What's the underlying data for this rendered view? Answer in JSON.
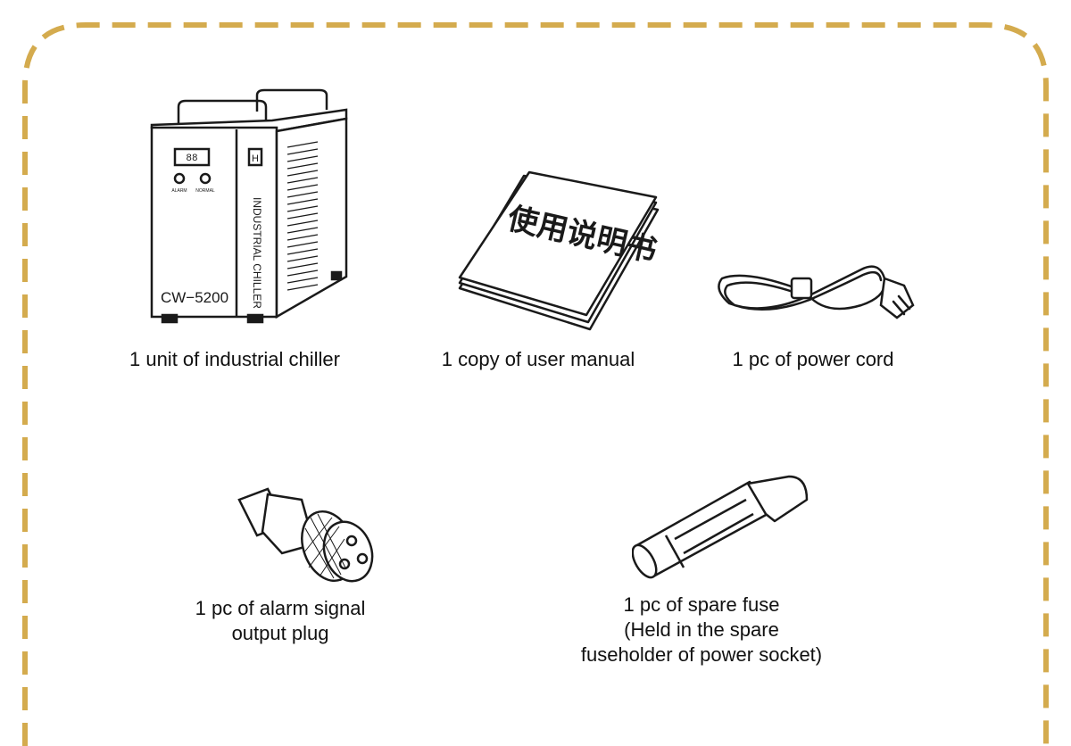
{
  "colors": {
    "border": "#d4ab4e",
    "ink": "#1a1a1a",
    "background": "#ffffff"
  },
  "items": [
    {
      "icon": "industrial-chiller-icon",
      "caption": [
        "1 unit of industrial chiller"
      ],
      "chiller_text": {
        "model": "CW−5200",
        "side_label": "INDUSTRIAL CHILLER",
        "display": "88",
        "alarm_label": "ALARM",
        "normal_label": "NORMAL",
        "logo": "H"
      }
    },
    {
      "icon": "user-manual-icon",
      "caption": [
        "1 copy of user manual"
      ],
      "manual_title": "使用说明书"
    },
    {
      "icon": "power-cord-icon",
      "caption": [
        "1 pc of power cord"
      ]
    },
    {
      "icon": "alarm-signal-plug-icon",
      "caption": [
        "1 pc of alarm signal",
        "output plug"
      ]
    },
    {
      "icon": "spare-fuse-icon",
      "caption": [
        "1 pc of spare fuse",
        "(Held in the spare",
        "fuseholder of power socket)"
      ]
    }
  ]
}
